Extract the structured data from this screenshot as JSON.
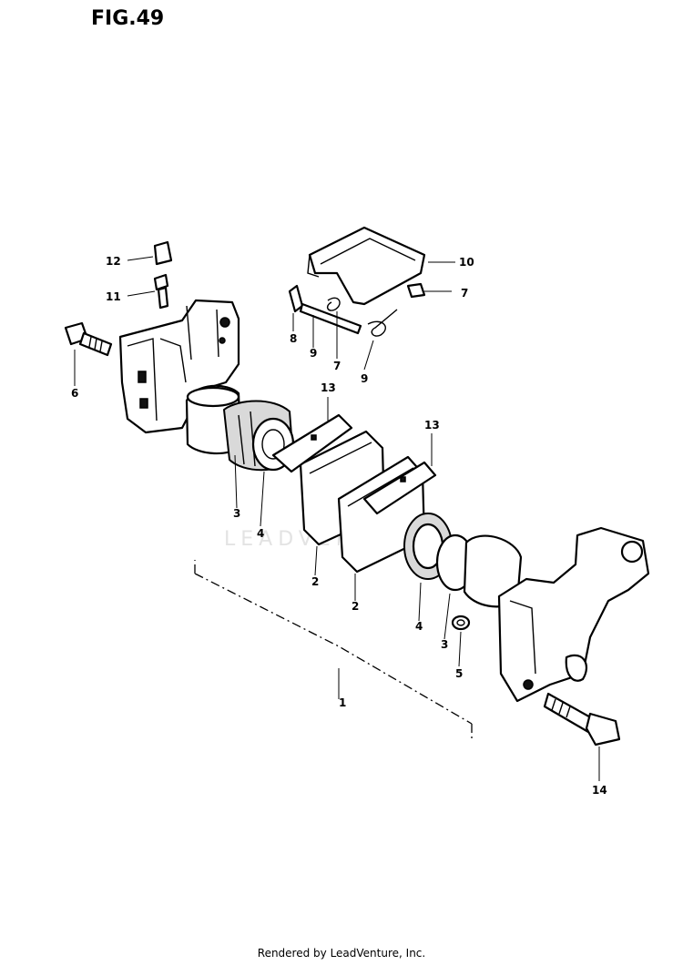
{
  "figure": {
    "title": "FIG.49",
    "watermark": "LEADVENTURE",
    "footer": "Rendered by LeadVenture, Inc."
  },
  "callouts": {
    "c1": "1",
    "c2a": "2",
    "c2b": "2",
    "c3a": "3",
    "c3b": "3",
    "c4a": "4",
    "c4b": "4",
    "c5": "5",
    "c6": "6",
    "c7a": "7",
    "c7b": "7",
    "c8": "8",
    "c9a": "9",
    "c9b": "9",
    "c10": "10",
    "c11": "11",
    "c12": "12",
    "c13a": "13",
    "c13b": "13",
    "c14": "14"
  }
}
